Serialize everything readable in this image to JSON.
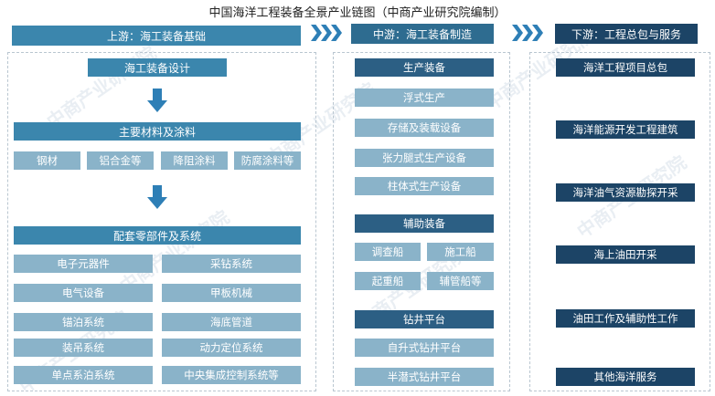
{
  "title": "中国海洋工程装备全景产业链图（中商产业研究院编制）",
  "watermark": "中商产业研究院",
  "colors": {
    "primary": "#3b86ad",
    "light": "#8ab3c9",
    "dark": "#1c4466",
    "arrow": "#2e7fb6"
  },
  "upstream": {
    "header": "上游：海工装备基础",
    "design": "海工装备设计",
    "materials_title": "主要材料及涂料",
    "materials": [
      "钢材",
      "铝合金等",
      "降阻涂料",
      "防腐涂料等"
    ],
    "components_title": "配套零部件及系统",
    "components": [
      "电子元器件",
      "采钻系统",
      "电气设备",
      "甲板机械",
      "锚泊系统",
      "海底管道",
      "装吊系统",
      "动力定位系统",
      "单点系泊系统",
      "中央集成控制系统等"
    ]
  },
  "midstream": {
    "header": "中游：海工装备制造",
    "production_title": "生产装备",
    "production": [
      "浮式生产",
      "存储及装载设备",
      "张力腿式生产设备",
      "柱体式生产设备"
    ],
    "auxiliary_title": "辅助装备",
    "auxiliary": [
      "调查船",
      "施工船",
      "起重船",
      "辅管船等"
    ],
    "drilling_title": "钻井平台",
    "drilling": [
      "自升式钻井平台",
      "半潜式钻井平台"
    ]
  },
  "downstream": {
    "header": "下游：工程总包与服务",
    "items": [
      "海洋工程项目总包",
      "海洋能源开发工程建筑",
      "海洋油气资源勘探开采",
      "海上油田开采",
      "油田工作及辅助性工作",
      "其他海洋服务"
    ]
  }
}
